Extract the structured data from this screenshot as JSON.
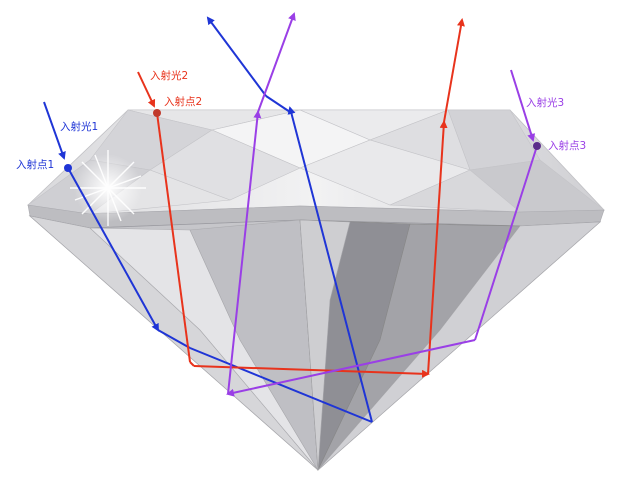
{
  "colors": {
    "blue": "#1f35d6",
    "red": "#e8331c",
    "purple": "#9a3fe6",
    "background": "#ffffff"
  },
  "labels": {
    "ray1": "入射光1",
    "point1": "入射点1",
    "ray2": "入射光2",
    "point2": "入射点2",
    "ray3": "入射光3",
    "point3": "入射点3"
  }
}
